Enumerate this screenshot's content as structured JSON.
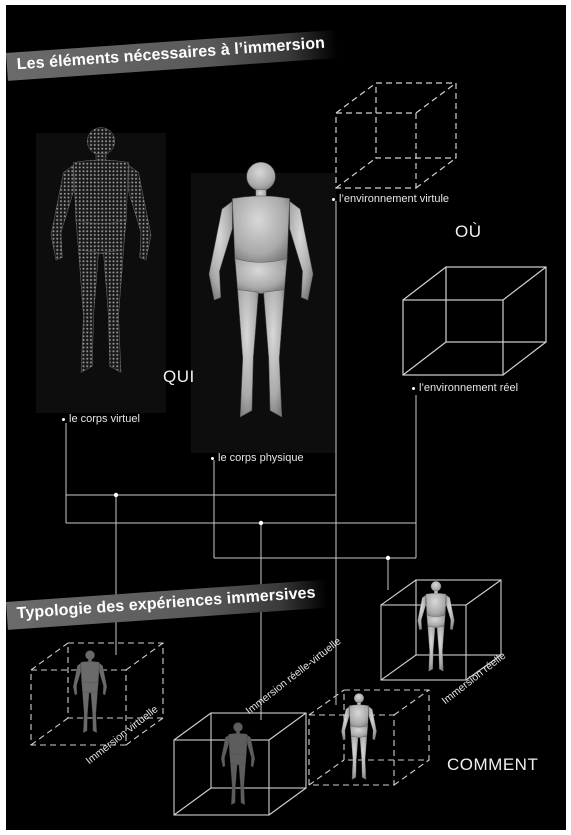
{
  "title_top": "Les éléments nécessaires à l’immersion",
  "title_bottom": "Typologie des expériences immersives",
  "labels": {
    "virtual_body": "le corps virtuel",
    "physical_body": "le corps physique",
    "virtual_env": "l’environnement virtule",
    "real_env": "l’environnement réel"
  },
  "words": {
    "qui": "QUI",
    "ou": "OÙ",
    "comment": "COMMENT"
  },
  "immersion_types": {
    "virtual": "Immersion virtuelle",
    "mixed": "Immersion réelle-virtuelle",
    "real": "Immersion réelle"
  },
  "colors": {
    "background": "#000000",
    "line": "#d9d9d9",
    "text": "#ffffff",
    "banner": "#5f5f5f"
  }
}
